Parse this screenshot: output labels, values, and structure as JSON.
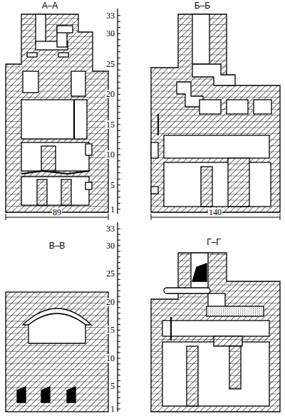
{
  "diagram": {
    "labels": [
      "А–А",
      "Б–Б",
      "33",
      "30",
      "25",
      "20",
      "15",
      "10",
      "5",
      "1",
      "89",
      "140",
      "В–В",
      "33",
      "30",
      "25",
      "20",
      "15",
      "10",
      "5",
      "1",
      "Г–Г"
    ]
  }
}
